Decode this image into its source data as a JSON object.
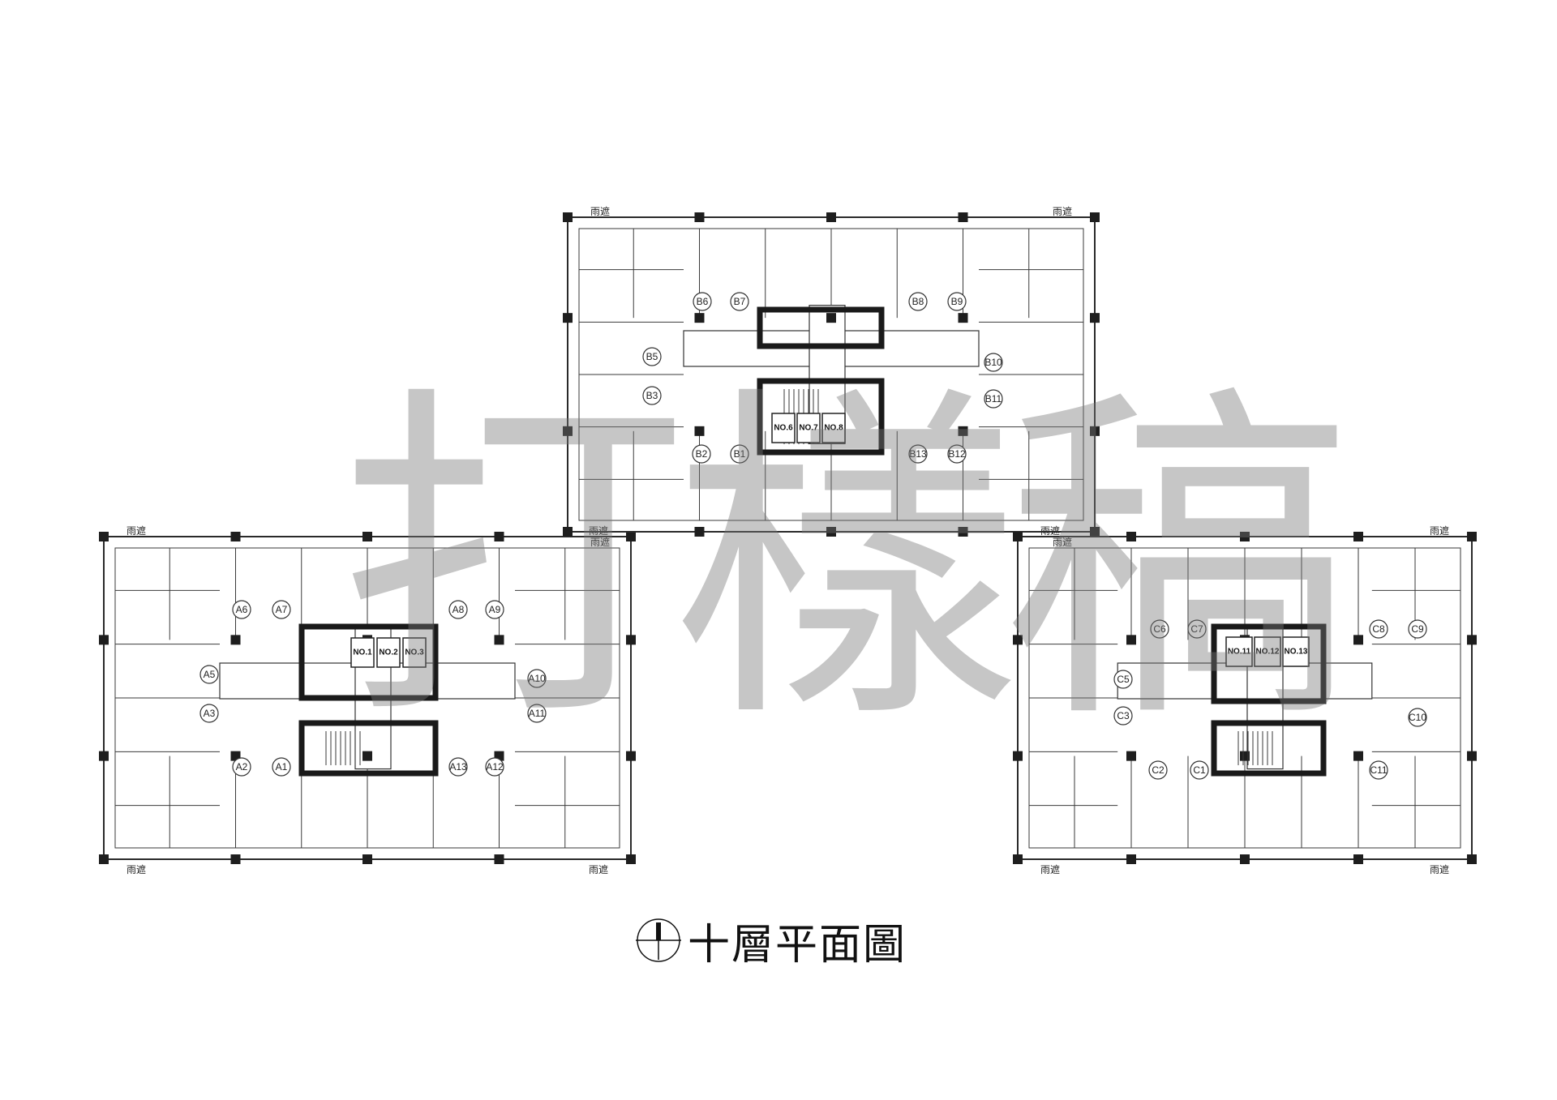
{
  "watermark": "打樣稿",
  "title": "十層平面圖",
  "icons": {
    "north": "north-arrow-icon"
  },
  "buildings": [
    {
      "id": "A",
      "units": [
        "A1",
        "A2",
        "A3",
        "A5",
        "A6",
        "A7",
        "A8",
        "A9",
        "A10",
        "A11",
        "A12",
        "A13"
      ],
      "elevators": [
        "NO.1",
        "NO.2",
        "NO.3"
      ]
    },
    {
      "id": "B",
      "units": [
        "B1",
        "B2",
        "B3",
        "B5",
        "B6",
        "B7",
        "B8",
        "B9",
        "B10",
        "B11",
        "B12",
        "B13"
      ],
      "elevators": [
        "NO.6",
        "NO.7",
        "NO.8"
      ]
    },
    {
      "id": "C",
      "units": [
        "C1",
        "C2",
        "C3",
        "C5",
        "C6",
        "C7",
        "C8",
        "C9",
        "C10",
        "C11"
      ],
      "elevators": [
        "NO.11",
        "NO.12",
        "NO.13"
      ]
    }
  ],
  "balcony_label": "雨遮"
}
